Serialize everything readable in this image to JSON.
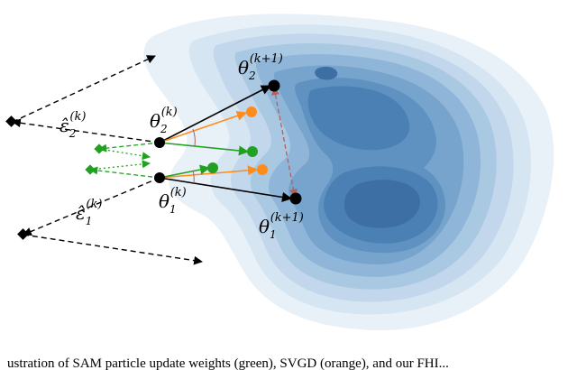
{
  "labels": {
    "theta2_k": {
      "base": "θ",
      "sub": "2",
      "sup": "(k)"
    },
    "theta1_k": {
      "base": "θ",
      "sub": "1",
      "sup": "(k)"
    },
    "theta2_k1": {
      "base": "θ",
      "sub": "2",
      "sup": "(k+1)"
    },
    "theta1_k1": {
      "base": "θ",
      "sub": "1",
      "sup": "(k+1)"
    },
    "eps2_k": {
      "base": "ε̂",
      "sub": "2",
      "sup": "(k)"
    },
    "eps1_k": {
      "base": "ε̂",
      "sub": "1",
      "sup": "(k)"
    }
  },
  "caption_fragment": "ustration of SAM particle update weights (green), SVGD (orange), and our FHI...",
  "colors": {
    "green": "#22a022",
    "orange": "#ff8c1a",
    "black": "#000000",
    "dashed_link": "#b06060",
    "contour_levels": [
      "#e8f0f8",
      "#d6e5f2",
      "#c2d7eb",
      "#a9c8e2",
      "#8fb6d8",
      "#76a4cd",
      "#5f92c1",
      "#4b80b4",
      "#3d6fa5"
    ]
  }
}
